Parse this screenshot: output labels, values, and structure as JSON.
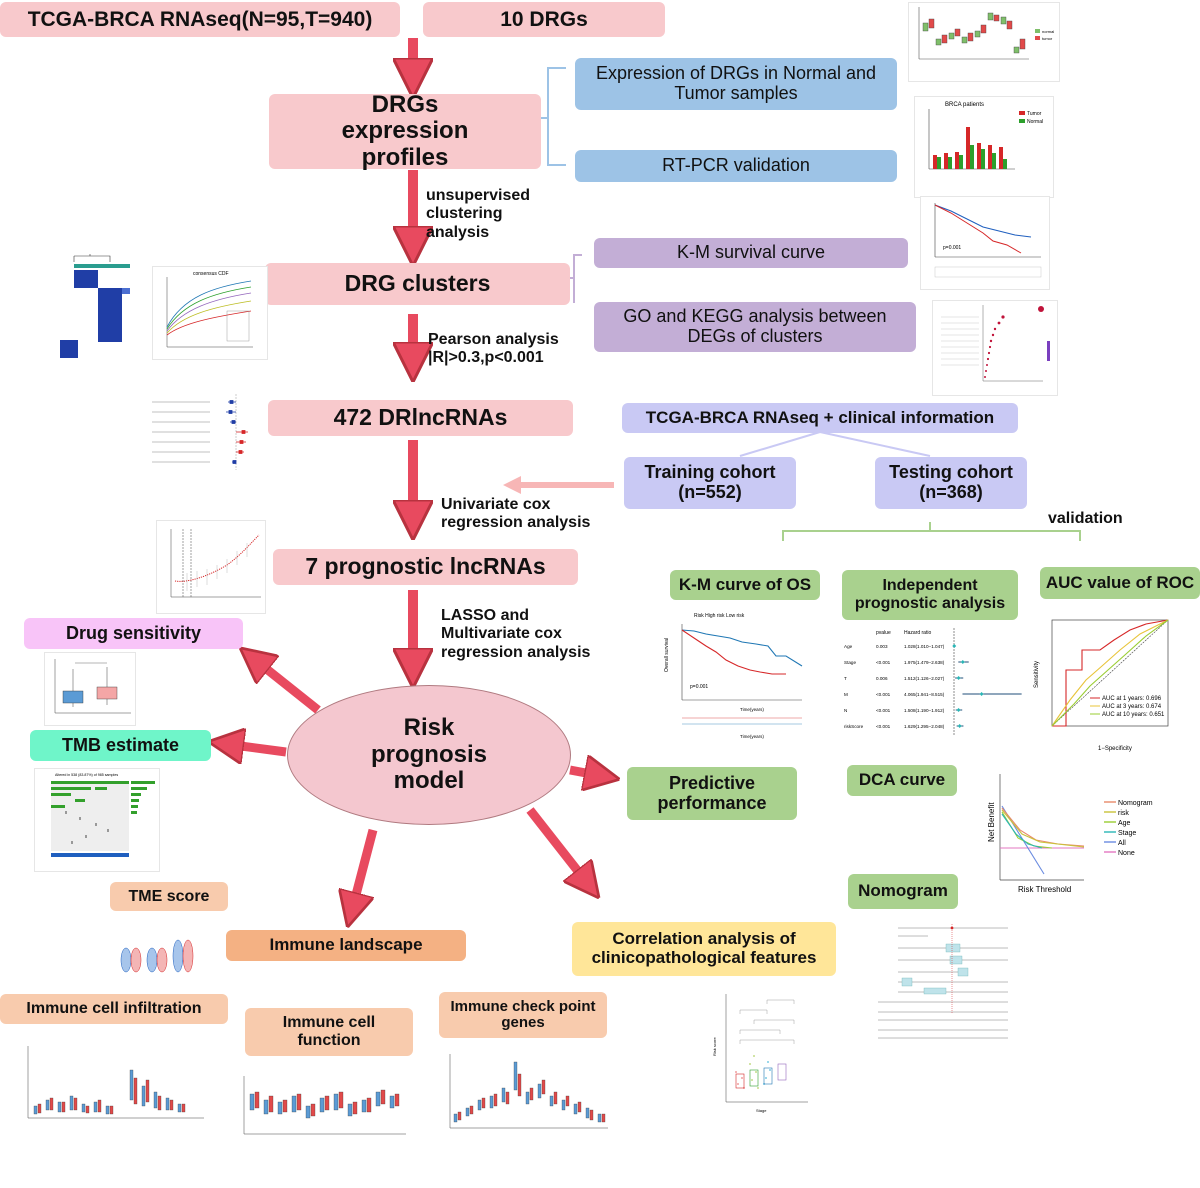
{
  "boxes": {
    "tcga_brca": "TCGA-BRCA RNAseq(N=95,T=940)",
    "drgs10": "10 DRGs",
    "drgs_expression": "DRGs expression profiles",
    "expr_normal_tumor": "Expression of DRGs in Normal and Tumor samples",
    "rtpcr": "RT-PCR validation",
    "drg_clusters": "DRG clusters",
    "km_survival": "K-M survival curve",
    "go_kegg": "GO and KEGG analysis between DEGs of clusters",
    "drlncrnas": "472 DRlncRNAs",
    "tcga_clinical": "TCGA-BRCA RNAseq + clinical information",
    "training": "Training cohort (n=552)",
    "testing": "Testing cohort (n=368)",
    "prognostic7": "7 prognostic lncRNAs",
    "drug_sensitivity": "Drug sensitivity",
    "tmb": "TMB estimate",
    "risk_model": "Risk prognosis model",
    "predictive": "Predictive performance",
    "km_os": "K-M curve of OS",
    "independent": "Independent prognostic analysis",
    "auc_roc": "AUC value of ROC",
    "dca": "DCA curve",
    "nomogram": "Nomogram",
    "tme": "TME score",
    "immune_landscape": "Immune landscape",
    "immune_infiltration": "Immune cell infiltration",
    "immune_function": "Immune cell function",
    "checkpoint": "Immune check point genes",
    "correlation": "Correlation analysis of clinicopathological features"
  },
  "labels": {
    "unsupervised": "unsupervised clustering analysis",
    "pearson": "Pearson analysis |R|>0.3,p<0.001",
    "univariate": "Univariate cox regression analysis",
    "lasso": "LASSO and Multivariate cox regression analysis",
    "validation": "validation"
  },
  "mini": {
    "brca_patients": "BRCA patients",
    "tumor": "Tumor",
    "normal": "Normal",
    "pvalue": "p=0.001",
    "p_lt": "p<0.001",
    "risk_legend": "Risk  High risk  Low risk",
    "overall_survival": "Overall survival",
    "time_years": "Time(years)",
    "sensitivity": "Sensitivity",
    "specificity": "1−Specificity",
    "auc1": "AUC at 1 years: 0.696",
    "auc3": "AUC at 3 years: 0.674",
    "auc10": "AUC at 10 years: 0.651",
    "net_benefit": "Net Benefit",
    "risk_threshold": "Risk Threshold",
    "dca_legend": [
      "Nomogram",
      "risk",
      "Age",
      "Stage",
      "All",
      "None"
    ],
    "pvalue_head": "pvalue",
    "hazard_head": "Hazard ratio",
    "ind_rows": [
      [
        "Age",
        "0.003",
        "1.028(1.010−1.047)"
      ],
      [
        "Stage",
        "<0.001",
        "1.975(1.479−2.638)"
      ],
      [
        "T",
        "0.006",
        "1.512(1.126−2.027)"
      ],
      [
        "M",
        "<0.001",
        "4.065(1.941−8.515)"
      ],
      [
        "N",
        "<0.001",
        "1.508(1.190−1.912)"
      ],
      [
        "riskScore",
        "<0.001",
        "1.629(1.295−2.048)"
      ]
    ],
    "consensus": "consensus CDF",
    "alt_mut": "Altered in 538 (83.87%) of 985 samples",
    "risk_score": "Risk score",
    "stage": "Stage"
  },
  "colors": {
    "arrow": "#e84a5f",
    "bracket_blue": "#9dc3e6",
    "bracket_purple": "#c3aed6",
    "bracket_green": "#a9d18e",
    "ellipse": "#f4c7cf",
    "red": "#d62728",
    "green": "#2ca02c",
    "blue": "#1f5fbf"
  }
}
